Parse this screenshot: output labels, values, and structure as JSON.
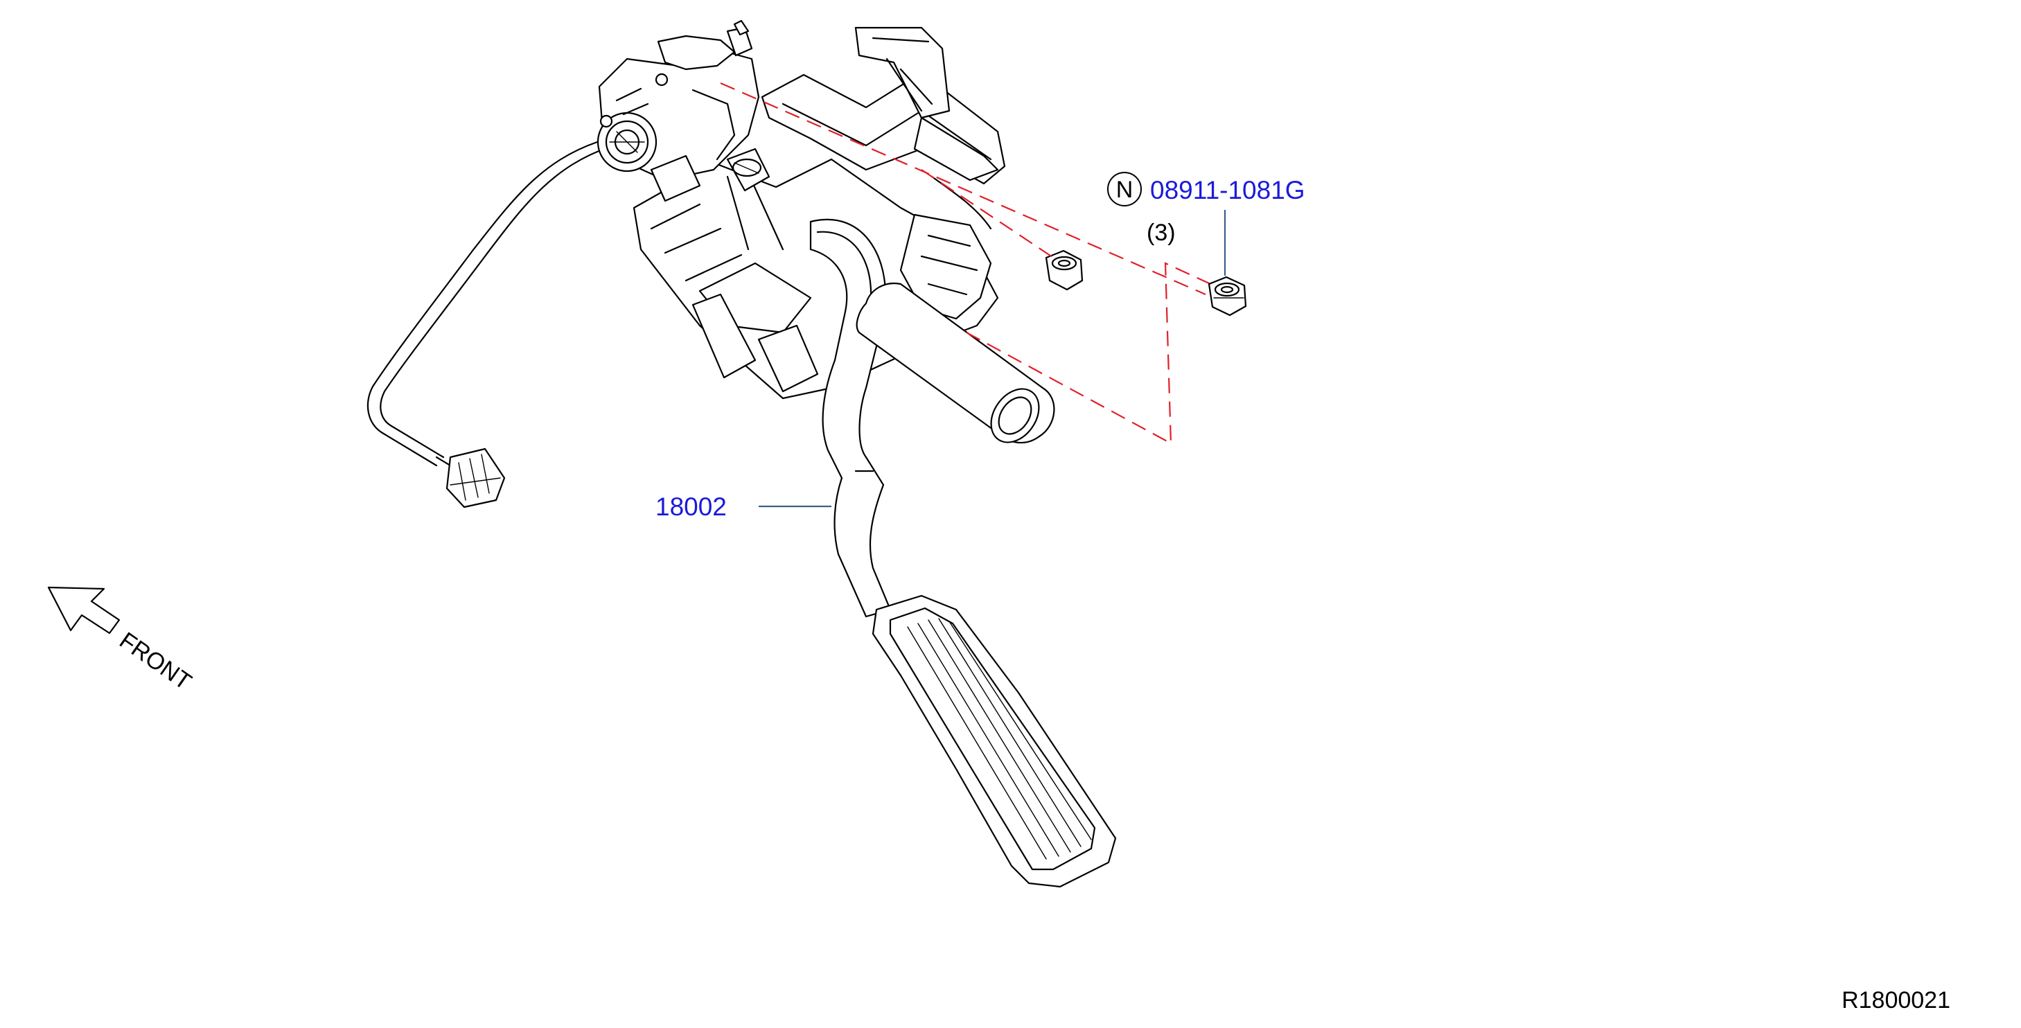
{
  "callouts": {
    "pedal_assembly": {
      "part_number": "18002"
    },
    "nut": {
      "symbol": "N",
      "part_number": "08911-1081G",
      "quantity": "(3)"
    }
  },
  "direction_indicator": {
    "label": "FRONT",
    "icon": "arrow-up-left-icon"
  },
  "figure_id": "R1800021",
  "colors": {
    "part_number": "#1a1adb",
    "leader_line": "#3a5f8a",
    "dashed_guide": "#e0202a",
    "drawing": "#000000"
  }
}
